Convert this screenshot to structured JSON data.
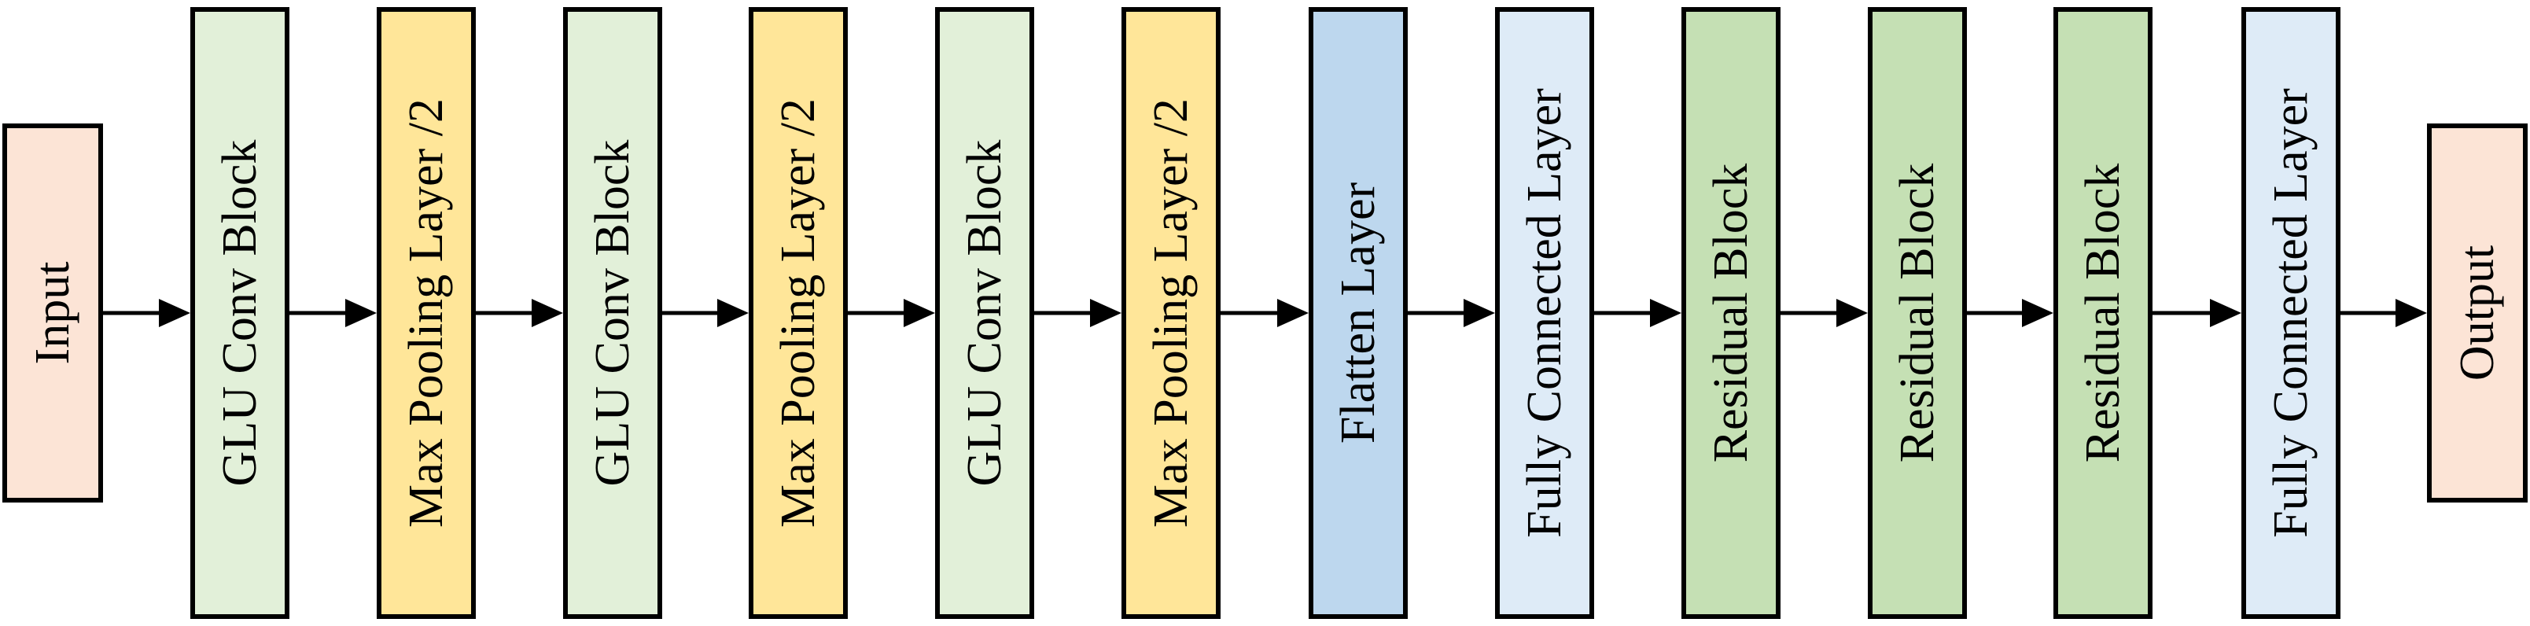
{
  "diagram": {
    "blocks": [
      {
        "id": "input",
        "label": "Input",
        "color": "#FCE4D6"
      },
      {
        "id": "glu1",
        "label": "GLU Conv Block",
        "color": "#E2F0D9"
      },
      {
        "id": "pool1",
        "label": "Max Pooling Layer /2",
        "color": "#FFE699"
      },
      {
        "id": "glu2",
        "label": "GLU Conv Block",
        "color": "#E2F0D9"
      },
      {
        "id": "pool2",
        "label": "Max Pooling Layer /2",
        "color": "#FFE699"
      },
      {
        "id": "glu3",
        "label": "GLU Conv Block",
        "color": "#E2F0D9"
      },
      {
        "id": "pool3",
        "label": "Max Pooling Layer /2",
        "color": "#FFE699"
      },
      {
        "id": "flatten",
        "label": "Flatten Layer",
        "color": "#BDD7EE"
      },
      {
        "id": "fc1",
        "label": "Fully Connected Layer",
        "color": "#DEEBF7"
      },
      {
        "id": "res1",
        "label": "Residual Block",
        "color": "#C5E0B4"
      },
      {
        "id": "res2",
        "label": "Residual Block",
        "color": "#C5E0B4"
      },
      {
        "id": "res3",
        "label": "Residual Block",
        "color": "#C5E0B4"
      },
      {
        "id": "fc2",
        "label": "Fully Connected Layer",
        "color": "#DEEBF7"
      },
      {
        "id": "output",
        "label": "Output",
        "color": "#FCE4D6"
      }
    ],
    "edges": [
      [
        "input",
        "glu1"
      ],
      [
        "glu1",
        "pool1"
      ],
      [
        "pool1",
        "glu2"
      ],
      [
        "glu2",
        "pool2"
      ],
      [
        "pool2",
        "glu3"
      ],
      [
        "glu3",
        "pool3"
      ],
      [
        "pool3",
        "flatten"
      ],
      [
        "flatten",
        "fc1"
      ],
      [
        "fc1",
        "res1"
      ],
      [
        "res1",
        "res2"
      ],
      [
        "res2",
        "res3"
      ],
      [
        "res3",
        "fc2"
      ],
      [
        "fc2",
        "output"
      ]
    ],
    "stroke_color": "#000000"
  }
}
